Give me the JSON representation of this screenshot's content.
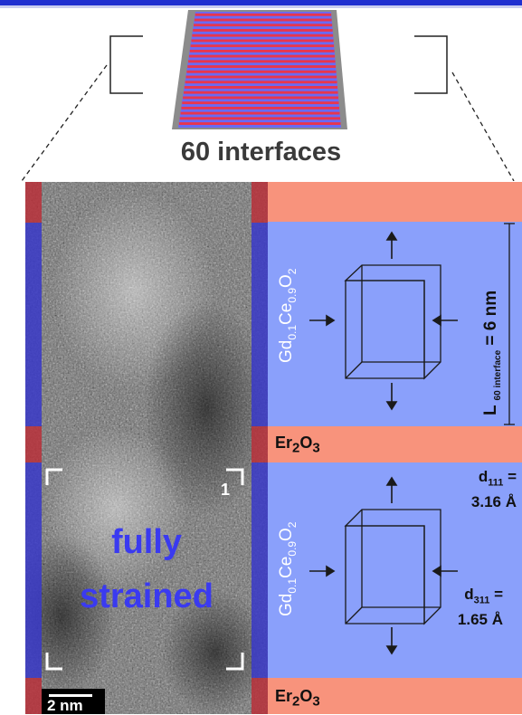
{
  "top_label": "60 interfaces",
  "layers": {
    "er2o3_label_html": "Er<sub>2</sub>O<sub>3</sub>",
    "gdc_label_html": "Gd<sub>0.1</sub>Ce<sub>0.9</sub>O<sub>2</sub>"
  },
  "lattice": {
    "d111_html": "d<sub>111</sub> =<br>3.16 Å",
    "d311_html": "d<sub>311</sub> =<br>1.65 Å",
    "thickness_html": "L <sub>60 interface</sub> = 6 nm"
  },
  "tem": {
    "overlay_line1": "fully",
    "overlay_line2": "strained",
    "marker": "1",
    "scale_bar": "2 nm"
  },
  "colors": {
    "er2o3": "#f8937c",
    "gdc": "#8aa0fb",
    "stripe_red": "#e8364e",
    "stripe_blue": "#6a6af4",
    "accent": "#1f2fd0",
    "overlay_text": "#3a3af0"
  }
}
